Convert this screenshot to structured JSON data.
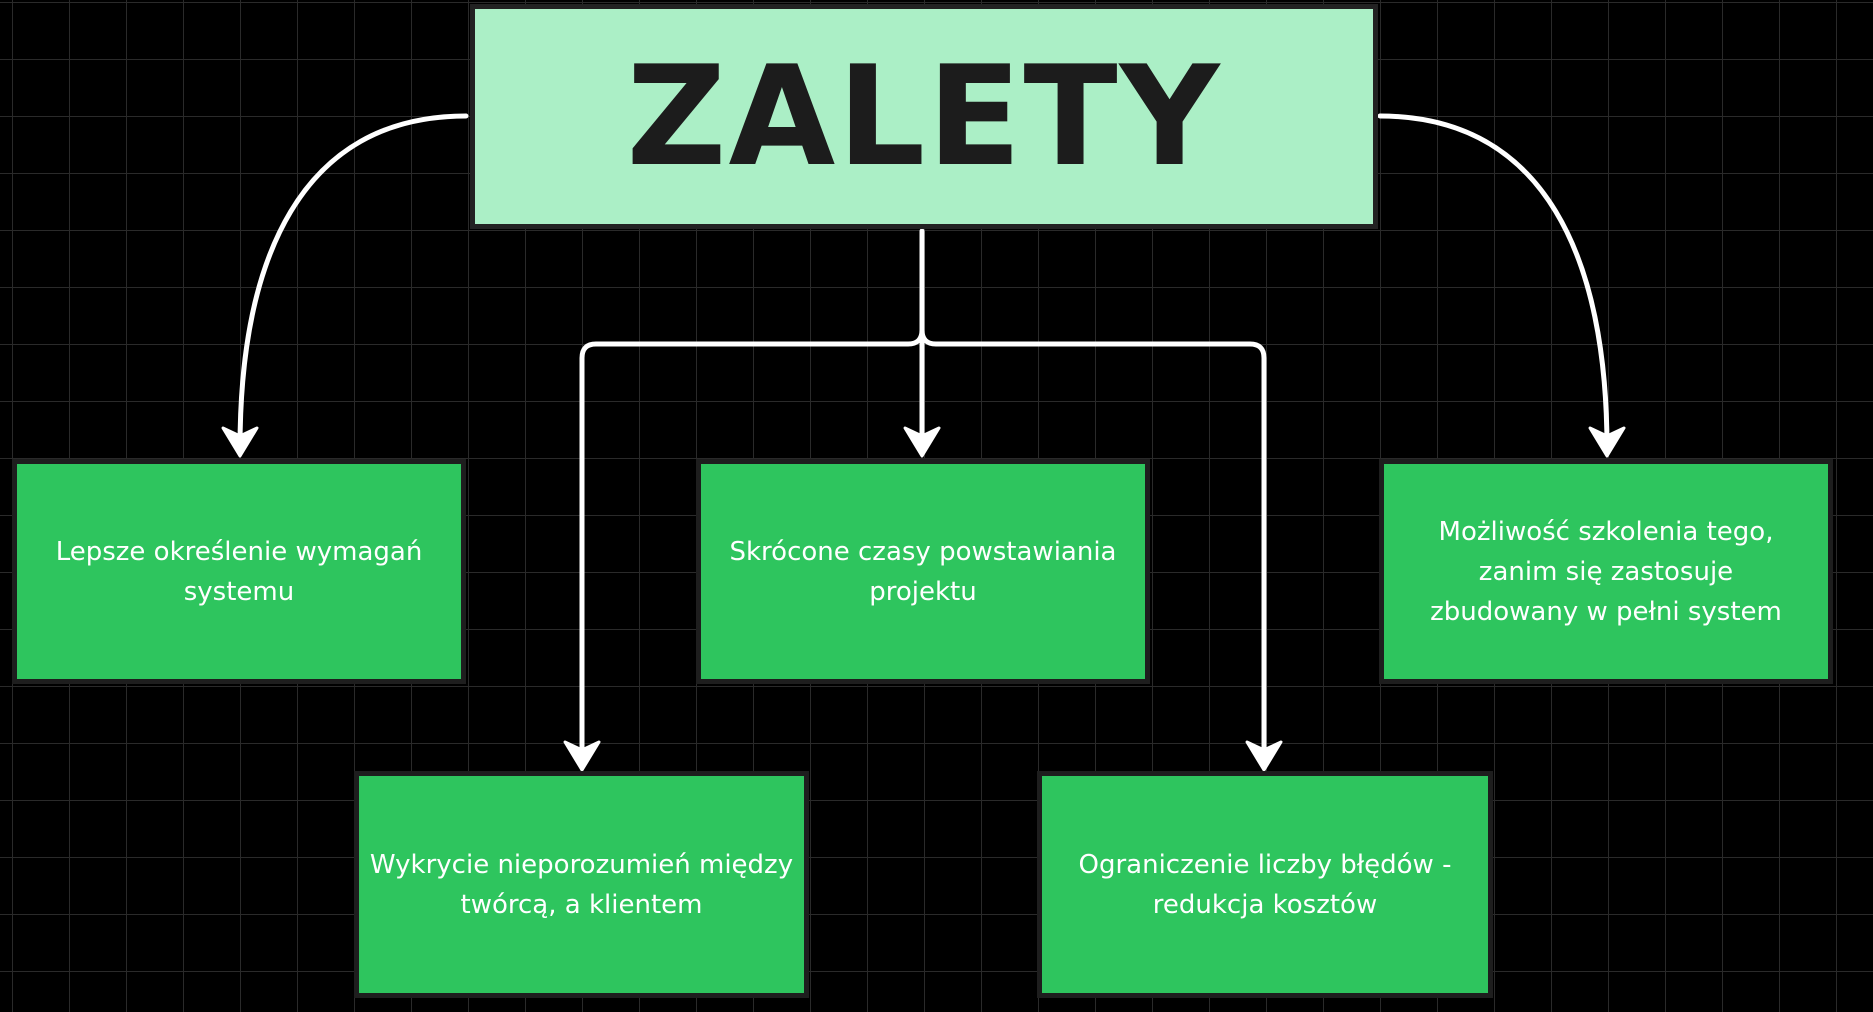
{
  "title": "ZALETY",
  "items": [
    "Lepsze określenie wymagań systemu",
    "Skrócone czasy powstawiania projektu",
    "Możliwość szkolenia tego, zanim się zastosuje zbudowany w pełni system",
    "Wykrycie nieporozumień między twórcą, a klientem",
    "Ograniczenie liczby błędów - redukcja kosztów"
  ],
  "colors": {
    "title_box": "#abefc6",
    "item_box": "#2ec55e",
    "background": "#000000",
    "arrow": "#ffffff"
  }
}
